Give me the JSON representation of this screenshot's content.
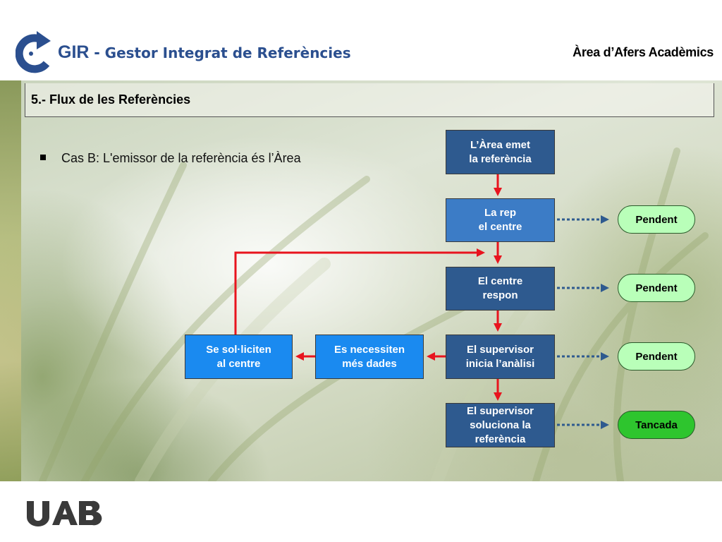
{
  "header": {
    "app_abbr": "GIR",
    "app_dash": " - ",
    "app_subtitle": "Gestor Integrat de Referències",
    "org_name": "Àrea d’Afers Acadèmics"
  },
  "section": {
    "title": "5.- Flux de les Referències"
  },
  "bullet": {
    "text": "Cas B: L'emissor de la referència és l’Àrea"
  },
  "flow": {
    "step1": "L’Àrea emet\nla referència",
    "step2": "La rep\nel centre",
    "step3": "El centre\nrespon",
    "step4": "El supervisor\ninicia l’anàlisi",
    "step5": "El supervisor\nsoluciona la\nreferència",
    "need_data": "Es necessiten\nmés dades",
    "request_center": "Se sol·liciten\nal centre"
  },
  "statuses": [
    {
      "label": "Pendent",
      "state": "pending"
    },
    {
      "label": "Pendent",
      "state": "pending"
    },
    {
      "label": "Pendent",
      "state": "pending"
    },
    {
      "label": "Tancada",
      "state": "closed"
    }
  ],
  "colors": {
    "brand_blue": "#2b4f8f",
    "box_dark": "#2e5a8f",
    "box_mid": "#3c7cc6",
    "box_bright": "#1a8af0",
    "arrow_red": "#e8141e",
    "dotted_blue": "#2e5a8f",
    "status_pending": "#b9ffb9",
    "status_closed": "#2ec52e"
  },
  "footer": {
    "logo_text": "UAB"
  }
}
